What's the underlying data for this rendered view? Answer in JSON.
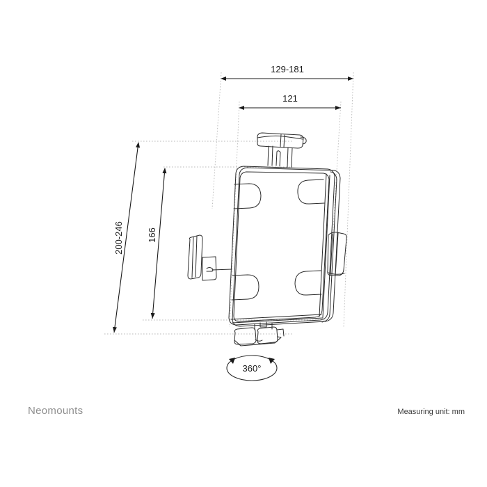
{
  "drawing": {
    "title": "Neomounts tablet holder technical dimension drawing",
    "dimensions": {
      "width_range": "129-181",
      "width_inner": "121",
      "height_range": "200-246",
      "height_inner": "166"
    },
    "rotation": {
      "label": "360°"
    },
    "colors": {
      "line": "#1a1a1a",
      "dotted": "#b9b9b9",
      "outline": "#2b2b2b",
      "brand": "#8e8e8e",
      "unit": "#3a3a3a",
      "background": "#ffffff"
    }
  },
  "footer": {
    "brand": "Neomounts",
    "measuring_unit": "Measuring unit: mm"
  }
}
